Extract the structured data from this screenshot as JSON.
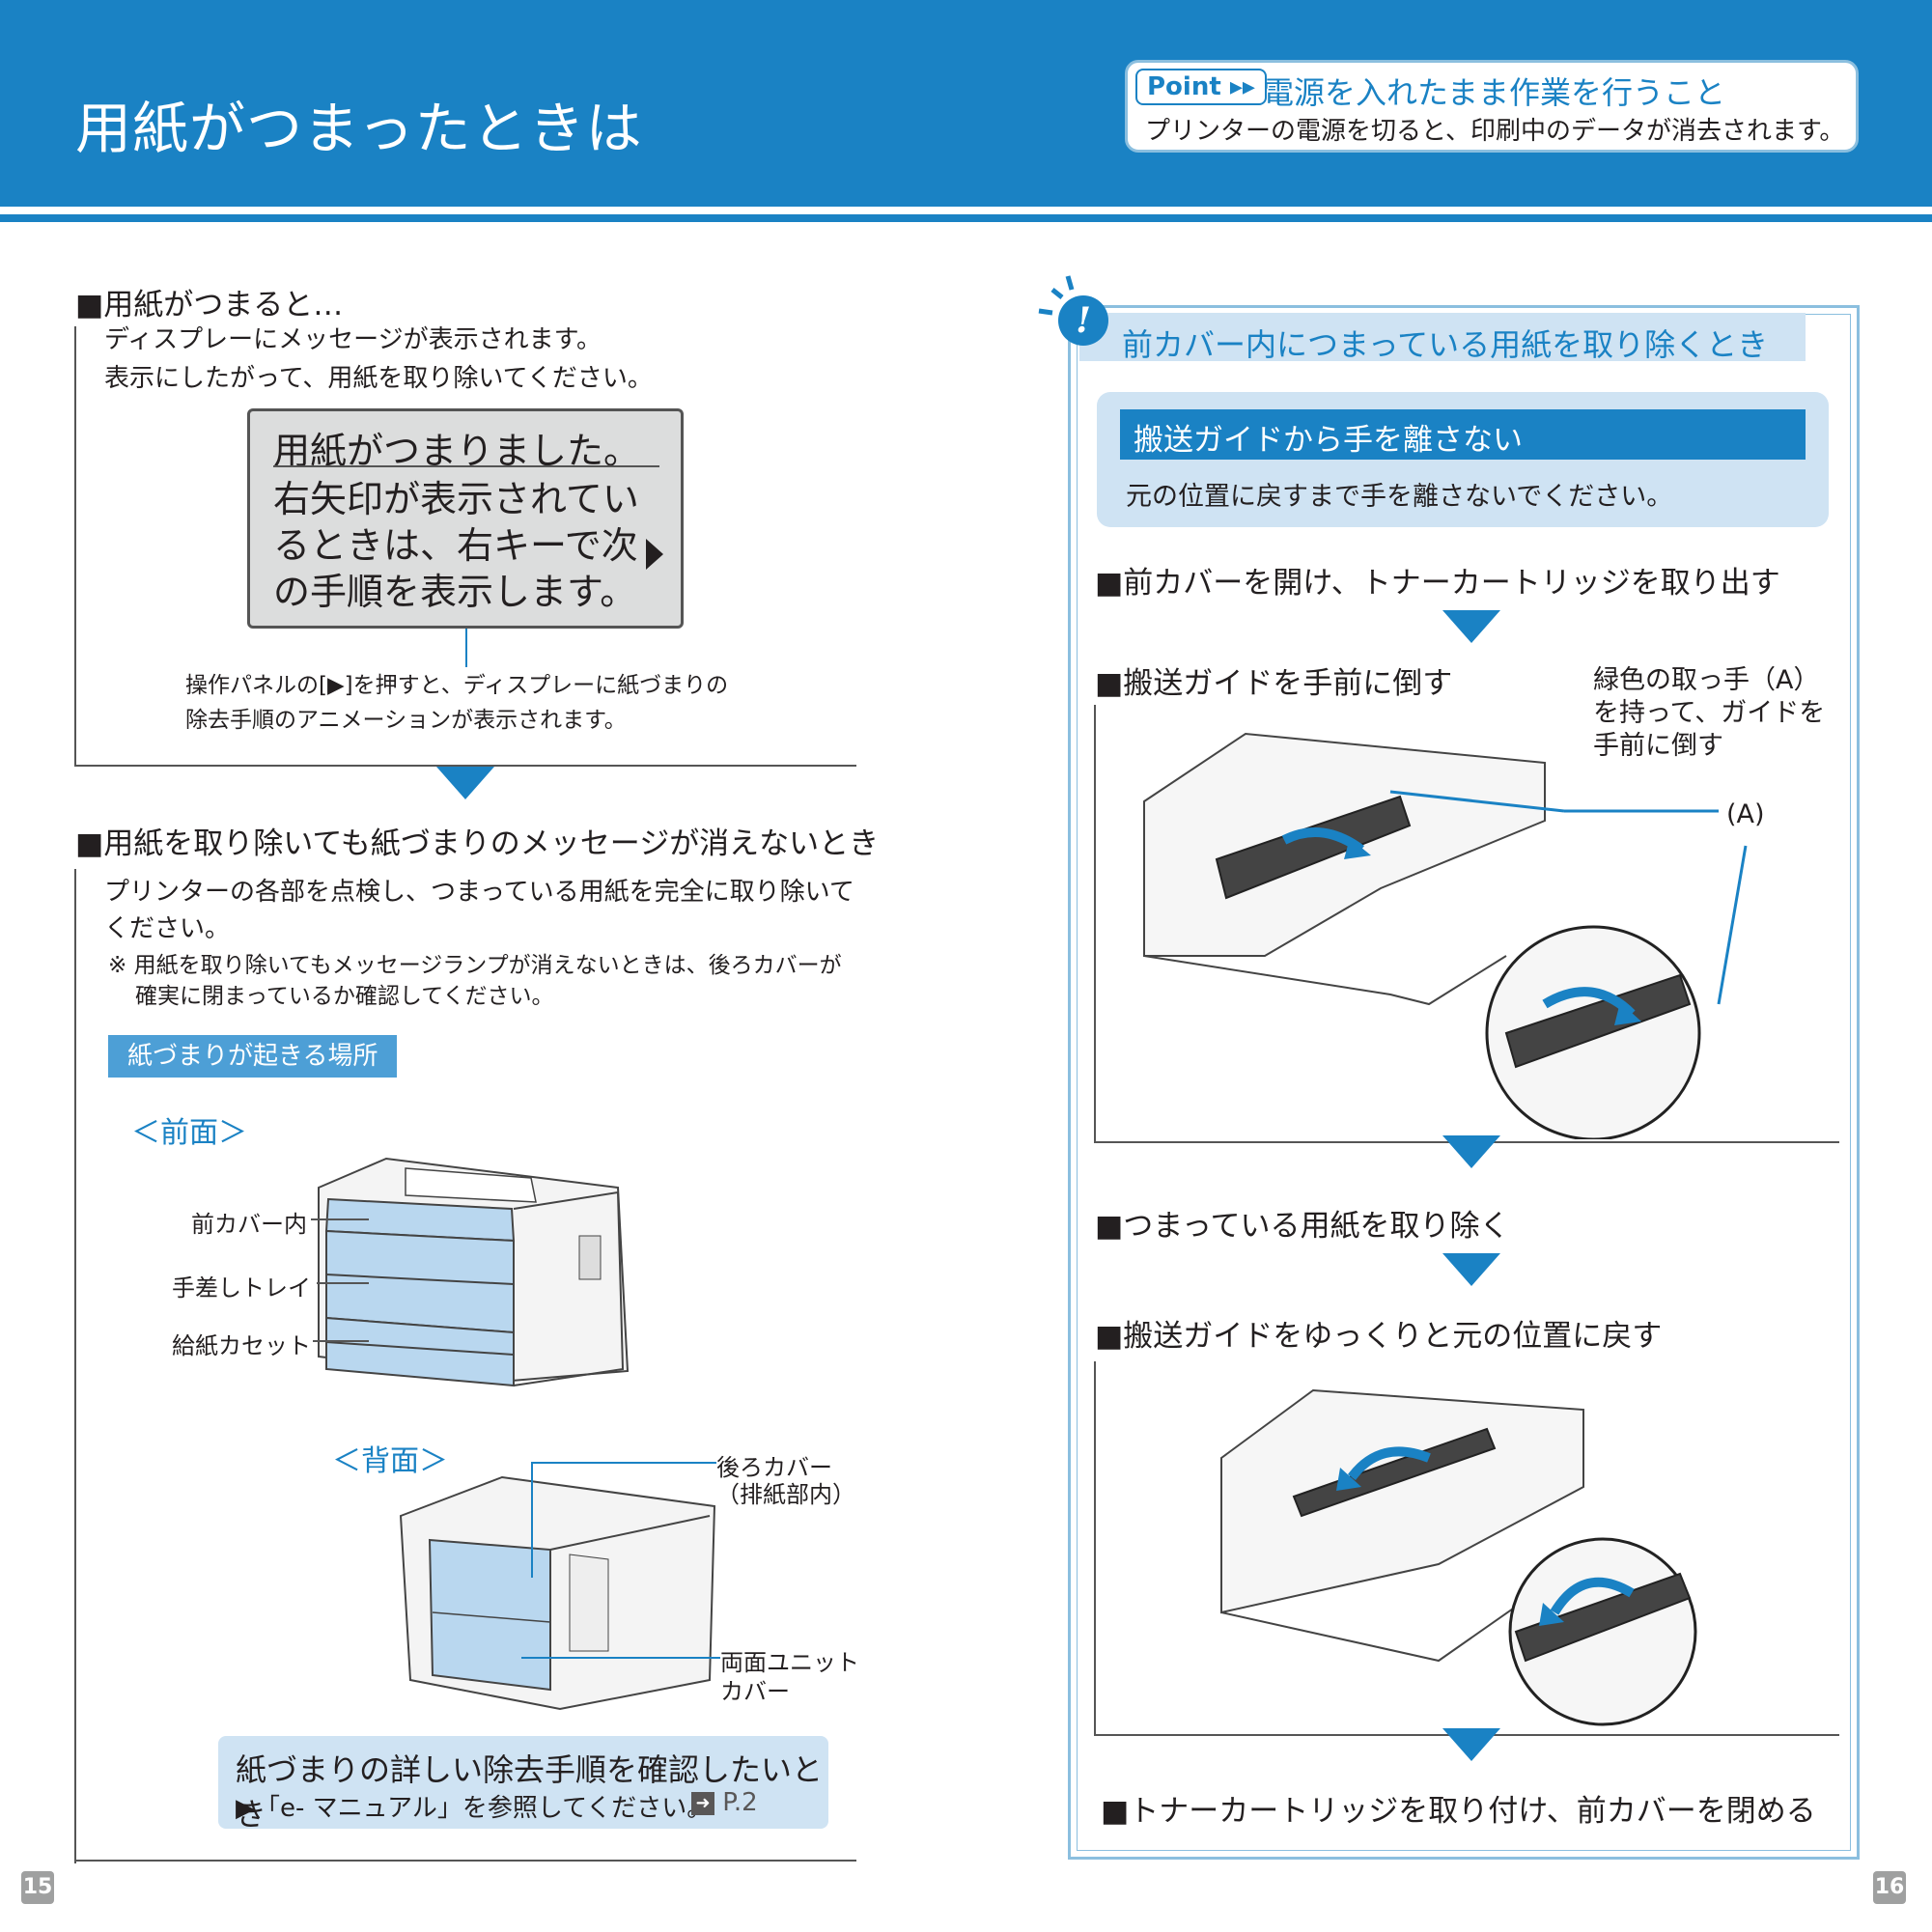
{
  "header": {
    "title": "用紙がつまったときは",
    "point_badge": "Point ▸▸",
    "point_title": "電源を入れたまま作業を行うこと",
    "point_text": "プリンターの電源を切ると、印刷中のデータが消去されます。"
  },
  "left": {
    "section1": {
      "heading": "■用紙がつまると…",
      "text1": "ディスプレーにメッセージが表示されます。",
      "text2": "表示にしたがって、用紙を取り除いてください。",
      "lcd_lines": [
        "用紙がつまりました。",
        "右矢印が表示されてい",
        "るときは、右キーで次",
        "の手順を表示します。"
      ],
      "note1": "操作パネルの[▶]を押すと、ディスプレーに紙づまりの",
      "note2": "除去手順のアニメーションが表示されます。"
    },
    "section2": {
      "heading": "■用紙を取り除いても紙づまりのメッセージが消えないとき",
      "text1": "プリンターの各部を点検し、つまっている用紙を完全に取り除いて",
      "text2": "ください。",
      "note1": "※ 用紙を取り除いてもメッセージランプが消えないときは、後ろカバーが",
      "note2": "確実に閉まっているか確認してください。",
      "tag": "紙づまりが起きる場所",
      "front_label": "＜前面＞",
      "back_label": "＜背面＞",
      "front_callouts": [
        "前カバー内",
        "手差しトレイ",
        "給紙カセット"
      ],
      "back_callout1": [
        "後ろカバー",
        "（排紙部内）"
      ],
      "back_callout2": [
        "両面ユニット",
        "カバー"
      ]
    },
    "info": {
      "title": "紙づまりの詳しい除去手順を確認したいとき",
      "text": "▶「e- マニュアル」を参照してください。",
      "ref": "P.2"
    },
    "page_number": "15"
  },
  "right": {
    "box_title": "前カバー内につまっている用紙を取り除くとき",
    "warning_title": "搬送ガイドから手を離さない",
    "warning_text": "元の位置に戻すまで手を離さないでください。",
    "step1": "■前カバーを開け、トナーカートリッジを取り出す",
    "step2": "■搬送ガイドを手前に倒す",
    "step2_note": [
      "緑色の取っ手（A）",
      "を持って、ガイドを",
      "手前に倒す"
    ],
    "label_a": "(A)",
    "step3": "■つまっている用紙を取り除く",
    "step4": "■搬送ガイドをゆっくりと元の位置に戻す",
    "step5": "■トナーカートリッジを取り付け、前カバーを閉める",
    "page_number": "16"
  },
  "colors": {
    "brand_blue": "#1a82c4",
    "light_blue": "#cfe3f3",
    "lcd_gray": "#dcdddd",
    "printer_fill": "#b9d7ef"
  }
}
